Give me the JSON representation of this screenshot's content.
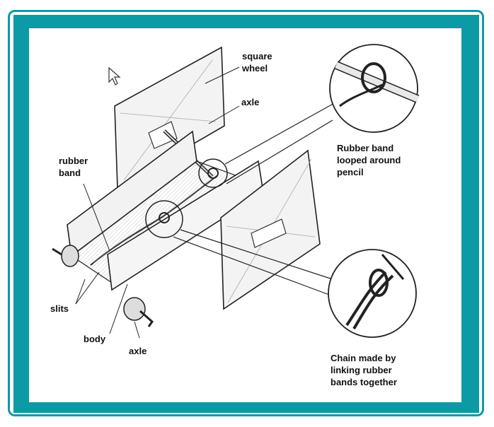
{
  "colors": {
    "frame": "#0c9aa6",
    "ink": "#222222",
    "panel": "#ffffff"
  },
  "icons": {
    "cursor": "mouse-pointer-icon"
  },
  "labels": {
    "square_wheel_1": "square",
    "square_wheel_2": "wheel",
    "axle_top": "axle",
    "rubber_band_1": "rubber",
    "rubber_band_2": "band",
    "slits": "slits",
    "body": "body",
    "axle_bottom": "axle",
    "callout_top_1": "Rubber band",
    "callout_top_2": "looped around",
    "callout_top_3": "pencil",
    "callout_bottom_1": "Chain made by",
    "callout_bottom_2": "linking rubber",
    "callout_bottom_3": "bands together"
  }
}
